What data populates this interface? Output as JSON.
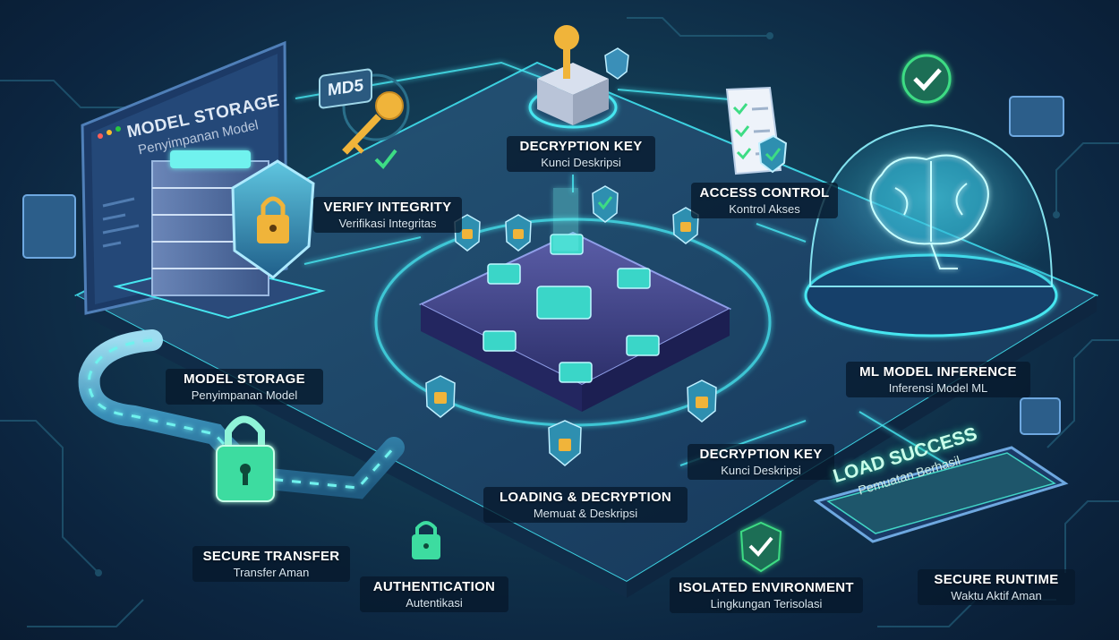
{
  "screen": {
    "title": "MODEL STORAGE",
    "subtitle": "Penyimpanan Model"
  },
  "hash_badge": "MD5",
  "labels": {
    "verify_integrity": {
      "title": "VERIFY INTEGRITY",
      "subtitle": "Verifikasi Integritas"
    },
    "model_storage": {
      "title": "MODEL STORAGE",
      "subtitle": "Penyimpanan Model"
    },
    "decryption_key_top": {
      "title": "DECRYPTION KEY",
      "subtitle": "Kunci Deskripsi"
    },
    "access_control": {
      "title": "ACCESS CONTROL",
      "subtitle": "Kontrol Akses"
    },
    "ml_model_inference": {
      "title": "ML MODEL INFERENCE",
      "subtitle": "Inferensi Model ML"
    },
    "decryption_key_bottom": {
      "title": "DECRYPTION KEY",
      "subtitle": "Kunci Deskripsi"
    },
    "loading_decryption": {
      "title": "LOADING & DECRYPTION",
      "subtitle": "Memuat & Deskripsi"
    },
    "secure_transfer": {
      "title": "SECURE TRANSFER",
      "subtitle": "Transfer Aman"
    },
    "authentication": {
      "title": "AUTHENTICATION",
      "subtitle": "Autentikasi"
    },
    "isolated_environment": {
      "title": "ISOLATED ENVIRONMENT",
      "subtitle": "Lingkungan Terisolasi"
    },
    "secure_runtime": {
      "title": "SECURE RUNTIME",
      "subtitle": "Waktu Aktif Aman"
    }
  },
  "load_screen": {
    "title": "LOAD SUCCESS",
    "subtitle": "Pemuatan Berhasil"
  },
  "colors": {
    "background": "#123a52",
    "platform": "#1b3d5e",
    "glow": "#3ff0e0",
    "shield": "#2e8fb0",
    "lock": "#f0b43a",
    "check": "#3ddc84"
  }
}
